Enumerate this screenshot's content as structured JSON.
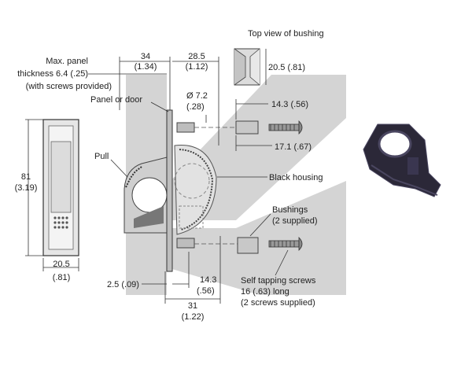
{
  "labels": {
    "top_view": "Top view of bushing",
    "max_panel_1": "Max. panel",
    "max_panel_2": "thickness 6.4 (.25)",
    "max_panel_3": "(with screws provided)",
    "panel_or_door": "Panel or door",
    "pull": "Pull",
    "black_housing": "Black housing",
    "bushings_1": "Bushings",
    "bushings_2": "(2 supplied)",
    "screws_1": "Self tapping screws",
    "screws_2": "16 (.63) long",
    "screws_3": "(2 screws supplied)"
  },
  "dims": {
    "d34": "34",
    "d34_in": "(1.34)",
    "d285": "28.5",
    "d285_in": "(1.12)",
    "d205_top": "20.5 (.81)",
    "dia72": "Ø 7.2",
    "dia72_in": "(.28)",
    "d143_top": "14.3 (.56)",
    "d171": "17.1 (.67)",
    "d81": "81",
    "d81_in": "(3.19)",
    "d205": "20.5",
    "d205_in": "(.81)",
    "d25": "2.5 (.09)",
    "d143": "14.3",
    "d143_in": "(.56)",
    "d31": "31",
    "d31_in": "(1.22)"
  },
  "colors": {
    "watermark": "#d4d4d4",
    "part_fill": "#e0e0e0",
    "part_dark": "#777777",
    "photo_body": "#2b2838",
    "photo_edge": "#4a4660"
  }
}
